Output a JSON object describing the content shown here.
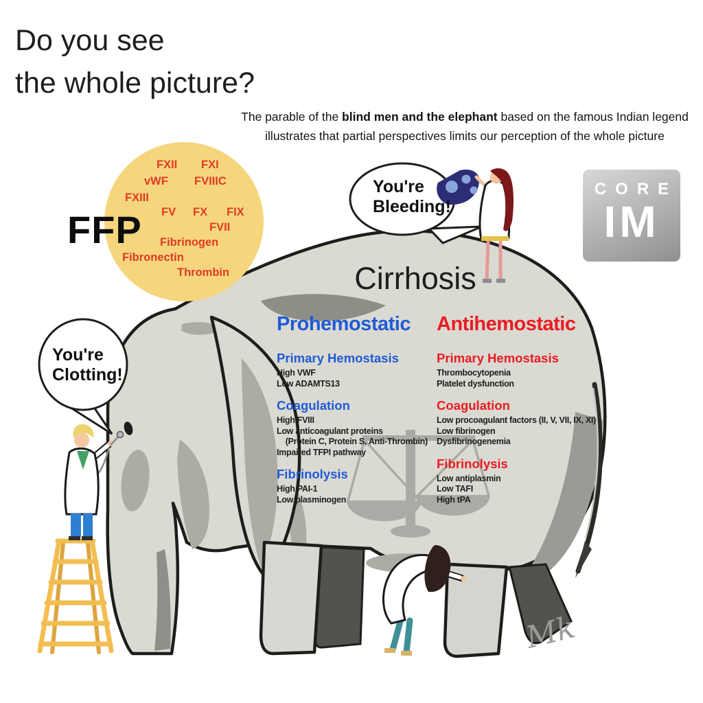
{
  "title": {
    "line1": "Do you see",
    "line2": "the whole picture?"
  },
  "subtitle": {
    "prefix": "The parable of the ",
    "bold": "blind men and the elephant",
    "suffix": " based on the famous Indian legend",
    "line2": "illustrates that partial perspectives limits our perception of the whole picture"
  },
  "ffp": {
    "label": "FFP",
    "factors": [
      "FXII",
      "FXI",
      "vWF",
      "FVIIIC",
      "FXIII",
      "FV",
      "FX",
      "FIX",
      "FVII",
      "Fibrinogen",
      "Fibronectin",
      "Thrombin"
    ]
  },
  "bubbles": {
    "top": {
      "line1": "You're",
      "line2": "Bleeding!"
    },
    "left": {
      "line1": "You're",
      "line2": "Clotting!"
    }
  },
  "logo": {
    "line1": "CORE",
    "line2": "IM"
  },
  "diagram": {
    "title": "Cirrhosis",
    "columns": [
      {
        "header": "Prohemostatic",
        "color": "#1f5bd8",
        "sections": [
          {
            "heading": "Primary Hemostasis",
            "items": [
              "High VWF",
              "Low ADAMTS13"
            ]
          },
          {
            "heading": "Coagulation",
            "items": [
              "High FVIII",
              "Low anticoagulant proteins",
              "    (Protein C, Protein S, Anti-Thrombin)",
              "Impaired TFPI pathway"
            ]
          },
          {
            "heading": "Fibrinolysis",
            "items": [
              "High PAI-1",
              "Low plasminogen"
            ]
          }
        ]
      },
      {
        "header": "Antihemostatic",
        "color": "#ea1c22",
        "sections": [
          {
            "heading": "Primary Hemostasis",
            "items": [
              "Thrombocytopenia",
              "Platelet dysfunction"
            ]
          },
          {
            "heading": "Coagulation",
            "items": [
              "Low procoagulant factors (II, V, VII, IX, XI)",
              "Low fibrinogen",
              "Dysfibrinogenemia"
            ]
          },
          {
            "heading": "Fibrinolysis",
            "items": [
              "Low antiplasmin",
              "Low TAFI",
              "High tPA"
            ]
          }
        ]
      }
    ]
  },
  "signature": "Mk",
  "colors": {
    "factor_text": "#df3a26",
    "ffp_circle": "#f5d67c",
    "prohemostatic_blue": "#1f5bd8",
    "antihemostatic_red": "#ea1c22",
    "elephant_gray": "#dad9d2",
    "elephant_shadow": "#acaca5",
    "ladder_yellow": "#f2be52",
    "flag_navy": "#2d2d76"
  }
}
